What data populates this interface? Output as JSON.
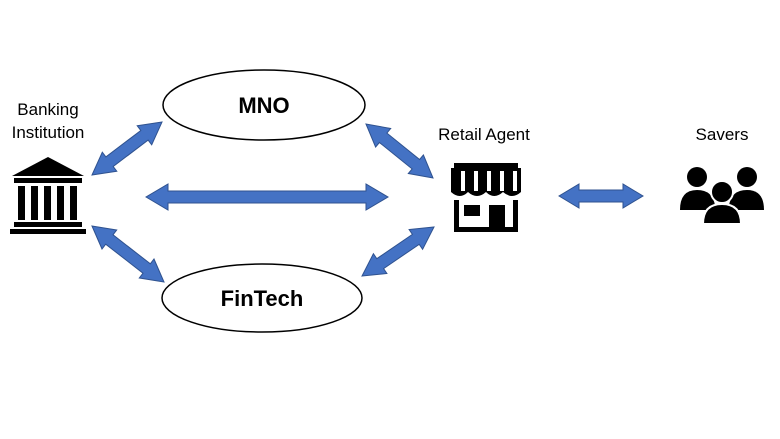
{
  "nodes": {
    "bank": {
      "label_line1": "Banking",
      "label_line2": "Institution",
      "icon": "bank-building-icon"
    },
    "mno": {
      "label": "MNO"
    },
    "fintech": {
      "label": "FinTech"
    },
    "retail": {
      "label": "Retail Agent",
      "icon": "storefront-icon"
    },
    "savers": {
      "label": "Savers",
      "icon": "people-group-icon"
    }
  },
  "colors": {
    "arrow_fill": "#4472C4",
    "arrow_stroke": "#2F528F",
    "ellipse_stroke": "#000000",
    "icon_fill": "#000000",
    "background": "#FFFFFF"
  }
}
